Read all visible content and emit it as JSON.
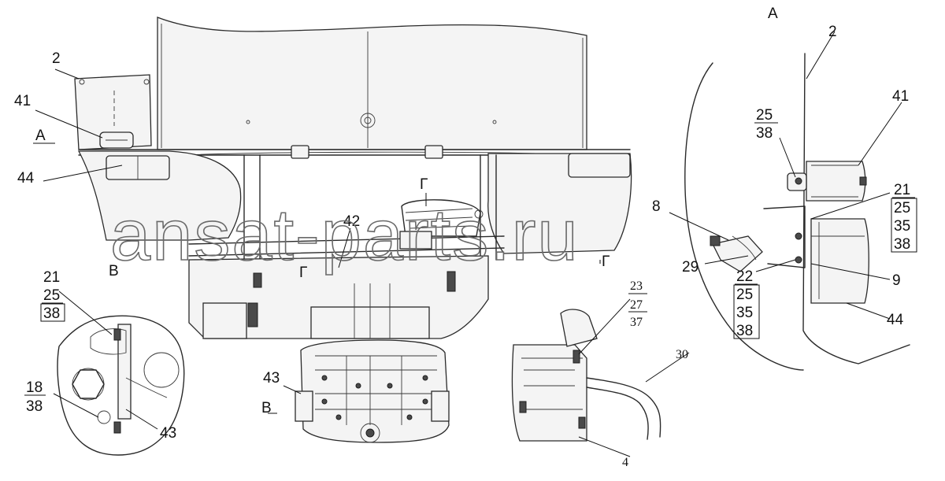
{
  "watermark": "ansat-parts.ru",
  "view_labels": {
    "a_top": "А",
    "a_left": "А",
    "v_left": "В",
    "v_bottom": "В",
    "g_top": "Г",
    "g_mid": "Г",
    "g_right": "Г"
  },
  "callouts": {
    "c2_left": "2",
    "c41_left": "41",
    "c44_left": "44",
    "c42": "42",
    "c21_left": "21",
    "c25_left": "25",
    "c38_left_a": "38",
    "c18": "18",
    "c38_left_b": "38",
    "c43_left": "43",
    "c43_mid": "43",
    "c23": "23",
    "c27": "27",
    "c37": "37",
    "c30": "30",
    "c4": "4",
    "c2_right": "2",
    "c41_right": "41",
    "c25_right_a": "25",
    "c38_right_a": "38",
    "c21_right": "21",
    "c25_right_b": "25",
    "c35_right_a": "35",
    "c38_right_b": "38",
    "c8": "8",
    "c29": "29",
    "c22": "22",
    "c25_right_c": "25",
    "c35_right_b": "35",
    "c38_right_c": "38",
    "c9": "9",
    "c44_right": "44"
  }
}
